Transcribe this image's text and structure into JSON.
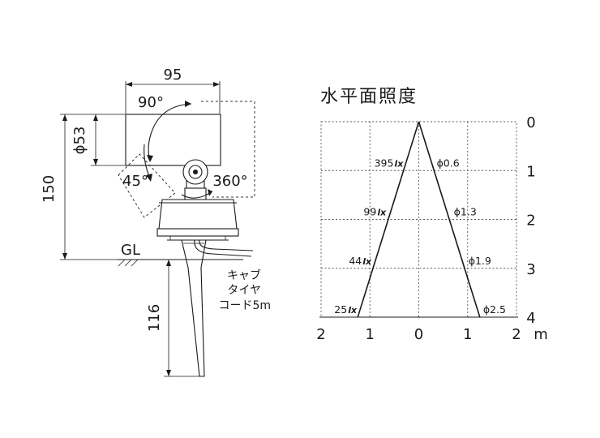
{
  "left_drawing": {
    "width_dim": "95",
    "height_dim": "150",
    "diameter_dim": "ϕ53",
    "angle_tilt_up": "90°",
    "angle_tilt_down": "45°",
    "angle_rotate": "360°",
    "ground_label": "GL",
    "stake_dim": "116",
    "cord_line1": "キャブ",
    "cord_line2": "タイヤ",
    "cord_line3": "コード5m"
  },
  "right_chart": {
    "title": "水平面照度",
    "depth_ticks": [
      "0",
      "1",
      "2",
      "3",
      "4"
    ],
    "width_ticks": [
      "2",
      "1",
      "0",
      "1",
      "2"
    ],
    "unit": "m",
    "lux_labels": [
      "395",
      "99",
      "44",
      "25"
    ],
    "lux_symbol": "lx",
    "diameter_labels": [
      "ϕ0.6",
      "ϕ1.3",
      "ϕ1.9",
      "ϕ2.5"
    ]
  },
  "chart_data": {
    "type": "diagram",
    "title": "水平面照度",
    "depth_m": [
      1,
      2,
      3,
      4
    ],
    "illuminance_lx": [
      395,
      99,
      44,
      25
    ],
    "beam_diameter_m": [
      0.6,
      1.3,
      1.9,
      2.5
    ],
    "x_range": [
      -2,
      2
    ],
    "y_range": [
      0,
      4
    ],
    "x_unit": "m"
  }
}
